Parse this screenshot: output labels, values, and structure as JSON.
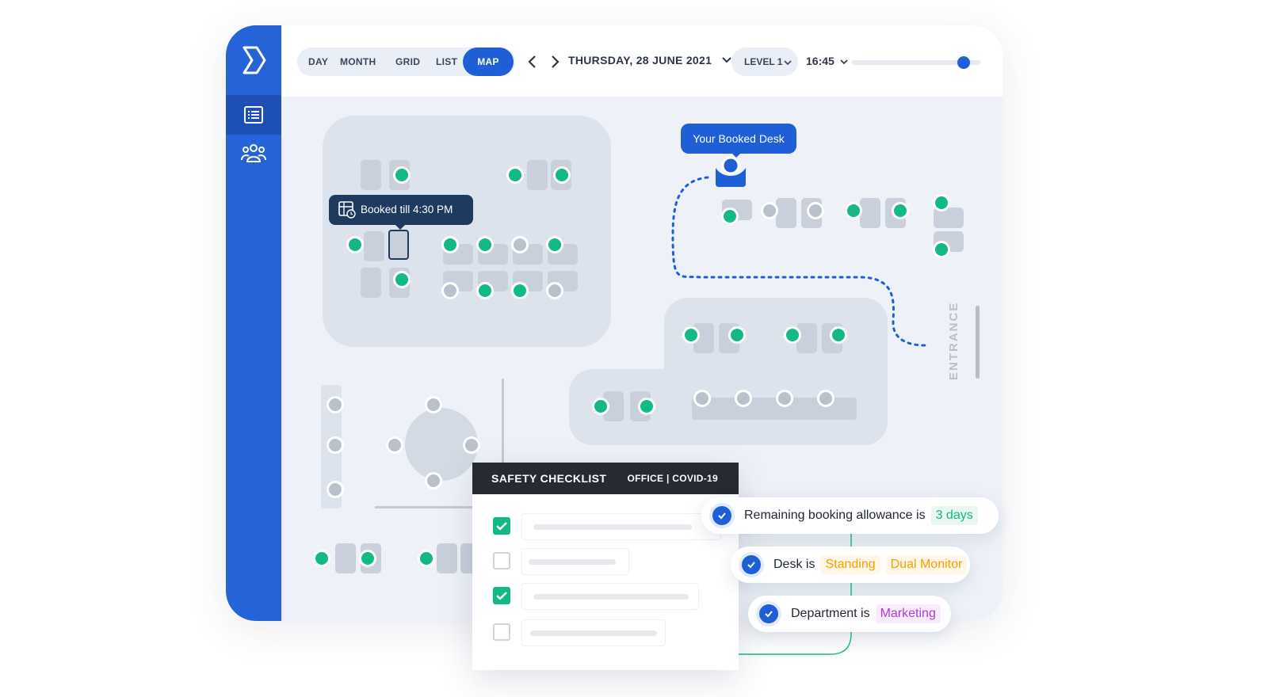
{
  "nav": {
    "tabs": [
      {
        "label": "DAY",
        "active": false
      },
      {
        "label": "MONTH",
        "active": false
      },
      {
        "label": "GRID",
        "active": false
      },
      {
        "label": "LIST",
        "active": false
      },
      {
        "label": "MAP",
        "active": true
      }
    ],
    "date": "THURSDAY, 28 JUNE 2021",
    "level": "LEVEL 1",
    "time": "16:45",
    "time_slider_value_pct": 87
  },
  "map": {
    "booked_tooltip": "Booked till 4:30 PM",
    "your_desk_label": "Your Booked Desk",
    "entrance_label": "ENTRANCE"
  },
  "checklist": {
    "title": "SAFETY CHECKLIST",
    "subtitle": "OFFICE | COVID-19",
    "items": [
      {
        "checked": true
      },
      {
        "checked": false
      },
      {
        "checked": true
      },
      {
        "checked": false
      }
    ]
  },
  "conditions": [
    {
      "text": "Remaining booking allowance is",
      "tags": [
        {
          "label": "3 days",
          "color": "#12b886",
          "bg": "#e8f8f1"
        }
      ]
    },
    {
      "text": "Desk is",
      "tags": [
        {
          "label": "Standing",
          "color": "#f59f00",
          "bg": "#fff6e5"
        },
        {
          "label": "Dual Monitor",
          "color": "#f59f00",
          "bg": "#fff6e5"
        }
      ]
    },
    {
      "text": "Department is",
      "tags": [
        {
          "label": "Marketing",
          "color": "#ae3ec9",
          "bg": "#f8ecfc"
        }
      ]
    }
  ],
  "colors": {
    "primary": "#1f5fd6",
    "sidebar": "#2563d9",
    "available": "#12b886",
    "occupied": "#b9c1cd",
    "dark": "#252a33"
  },
  "icons": {
    "logo": "brand-logo-icon",
    "list": "list-view-icon",
    "people": "people-group-icon",
    "prev": "chevron-left-icon",
    "next": "chevron-right-icon"
  }
}
